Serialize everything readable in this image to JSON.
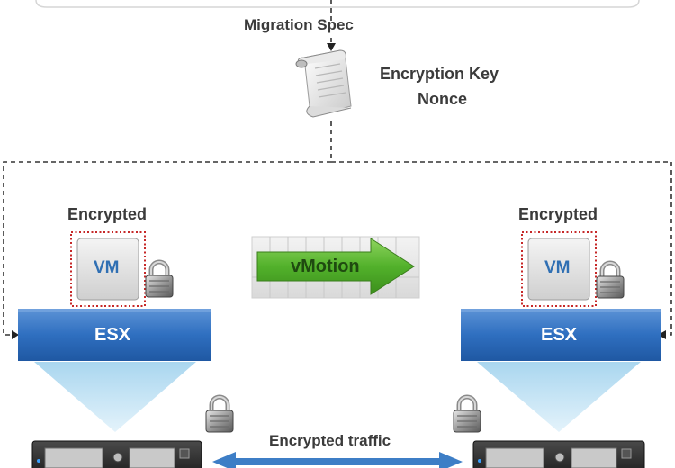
{
  "spec": {
    "migration_spec": "Migration Spec",
    "key_line1": "Encryption Key",
    "key_line2": "Nonce"
  },
  "source_host": {
    "encrypted_label": "Encrypted",
    "vm_label": "VM",
    "esx_label": "ESX"
  },
  "dest_host": {
    "encrypted_label": "Encrypted",
    "vm_label": "VM",
    "esx_label": "ESX"
  },
  "vmotion_label": "vMotion",
  "traffic_label": "Encrypted traffic",
  "colors": {
    "esx_blue": "#2f6fc0",
    "arrow_green": "#4fae2a",
    "traffic_blue": "#3d7ec6",
    "dotted_red": "#c62828",
    "dashed_line": "#333333"
  },
  "icons": [
    "scroll-icon",
    "padlock-icon",
    "server-icon"
  ]
}
